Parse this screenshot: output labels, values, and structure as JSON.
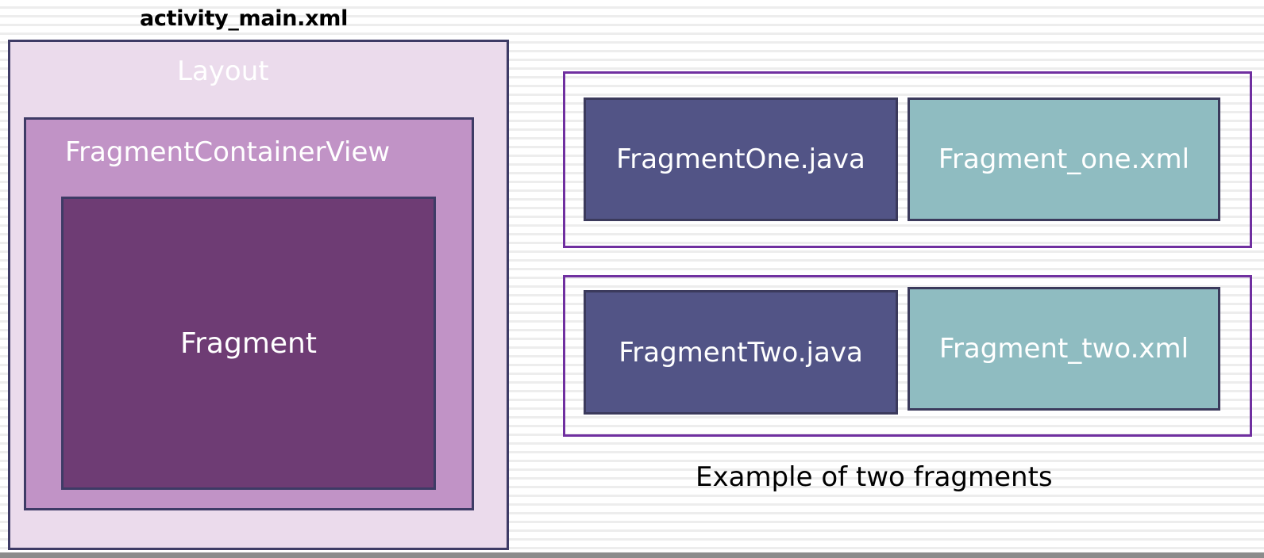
{
  "diagram": {
    "file_title": "activity_main.xml",
    "layout_label": "Layout",
    "container_label": "FragmentContainerView",
    "fragment_label": "Fragment",
    "fragments": [
      {
        "java": "FragmentOne.java",
        "xml": "Fragment_one.xml"
      },
      {
        "java": "FragmentTwo.java",
        "xml": "Fragment_two.xml"
      }
    ],
    "caption": "Example of two fragments"
  },
  "colors": {
    "layout_fill": "#ebdbec",
    "container_fill": "#c193c6",
    "fragment_fill": "#6e3c74",
    "java_fill": "#525486",
    "xml_fill": "#8fbcc1",
    "group_border": "#7030a0"
  }
}
